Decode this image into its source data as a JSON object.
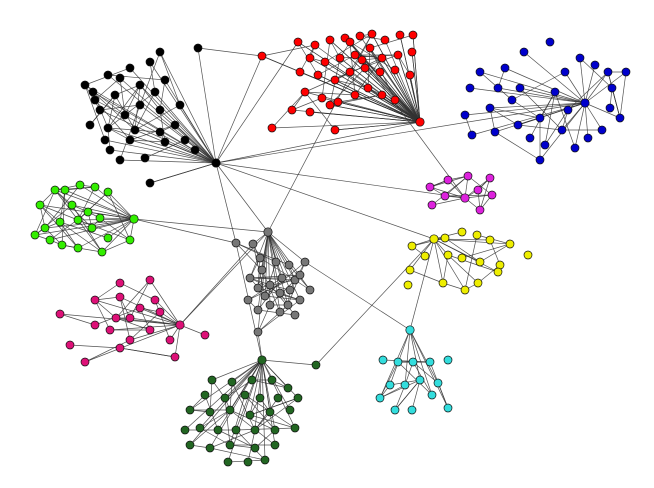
{
  "diagram": {
    "type": "network-graph",
    "background": "#ffffff",
    "edge_color": "#333333",
    "communities": [
      {
        "name": "black",
        "color": "#000000"
      },
      {
        "name": "red",
        "color": "#ff0000"
      },
      {
        "name": "blue",
        "color": "#0000cc"
      },
      {
        "name": "light-green",
        "color": "#33ee00"
      },
      {
        "name": "magenta",
        "color": "#dd22dd"
      },
      {
        "name": "gray",
        "color": "#777777"
      },
      {
        "name": "yellow",
        "color": "#eeee00"
      },
      {
        "name": "pink",
        "color": "#dd1177"
      },
      {
        "name": "cyan",
        "color": "#33dddd"
      },
      {
        "name": "dark-green",
        "color": "#226622"
      }
    ]
  }
}
